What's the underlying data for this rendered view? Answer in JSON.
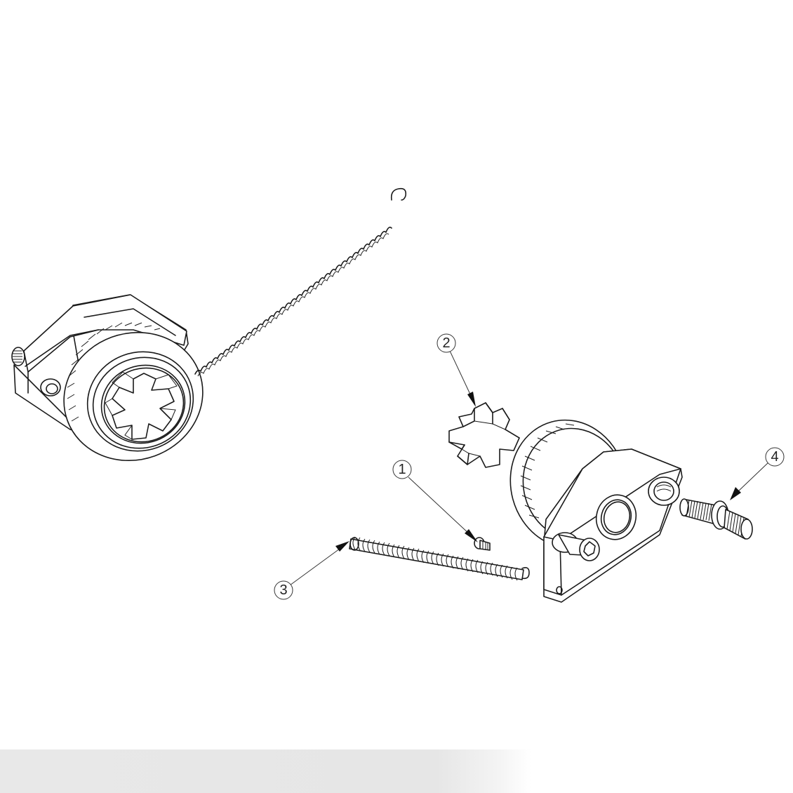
{
  "diagram": {
    "type": "exploded-assembly-view",
    "style": "black line drawing on white",
    "components": [
      {
        "id": "assembled-pulley-housing",
        "description": "Assembled pulley housing with spider coupling (left, upper)"
      },
      {
        "id": "long-extension-spring",
        "description": "Long extension spring with hook end attached to assembled housing"
      },
      {
        "id": "spider-coupling",
        "description": "Six-lobed spider coupling insert"
      },
      {
        "id": "small-screw",
        "description": "Small screw with washer"
      },
      {
        "id": "exploded-extension-spring",
        "description": "Extension spring with hook end (exploded)"
      },
      {
        "id": "pulley-housing-plate",
        "description": "Toothed pulley with mounting plate and hex shaft"
      },
      {
        "id": "threaded-stud",
        "description": "Threaded stud with collar"
      }
    ],
    "callouts": [
      {
        "number": "1",
        "target": "small-screw"
      },
      {
        "number": "2",
        "target": "spider-coupling"
      },
      {
        "number": "3",
        "target": "exploded-extension-spring"
      },
      {
        "number": "4",
        "target": "threaded-stud"
      }
    ]
  },
  "colors": {
    "line": "#1a1a1a",
    "background": "#ffffff",
    "shadow": "#e6e6e6"
  }
}
